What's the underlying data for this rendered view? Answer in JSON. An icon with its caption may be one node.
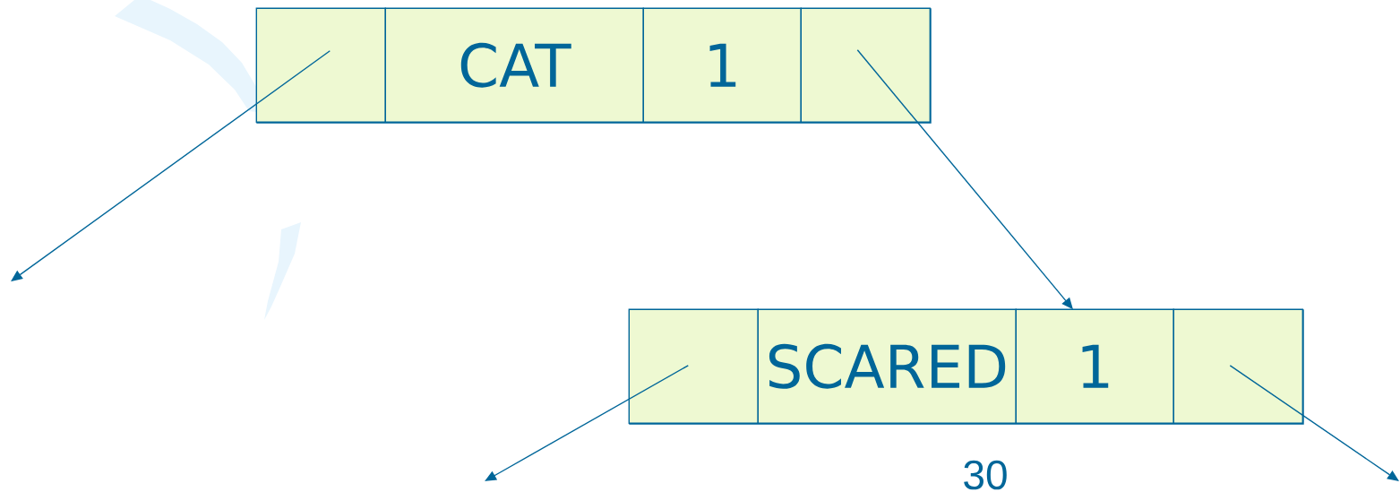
{
  "diagram": {
    "nodes": [
      {
        "text": [],
        "shape": "box"
      },
      {
        "text": [],
        "shape": "box",
        "in": 0
      },
      {
        "text": [
          "CAT"
        ],
        "in": 0
      },
      {
        "text": [
          "1"
        ],
        "in": 0
      },
      {
        "text": [],
        "shape": "box",
        "in": 0
      },
      {
        "text": [],
        "shape": "box"
      },
      {
        "text": [],
        "shape": "box",
        "in": 5
      },
      {
        "text": [
          "SCARED"
        ],
        "in": 5
      },
      {
        "text": [
          "1"
        ],
        "in": 5
      },
      {
        "text": [],
        "shape": "box",
        "in": 5
      }
    ],
    "edges": [
      {
        "from": 1,
        "to": null,
        "arrow": "to"
      },
      {
        "from": 4,
        "to": 5,
        "arrow": "to"
      },
      {
        "from": 6,
        "to": null,
        "arrow": "to"
      },
      {
        "from": 9,
        "to": null,
        "arrow": "to"
      }
    ],
    "labels": [
      "30"
    ]
  }
}
